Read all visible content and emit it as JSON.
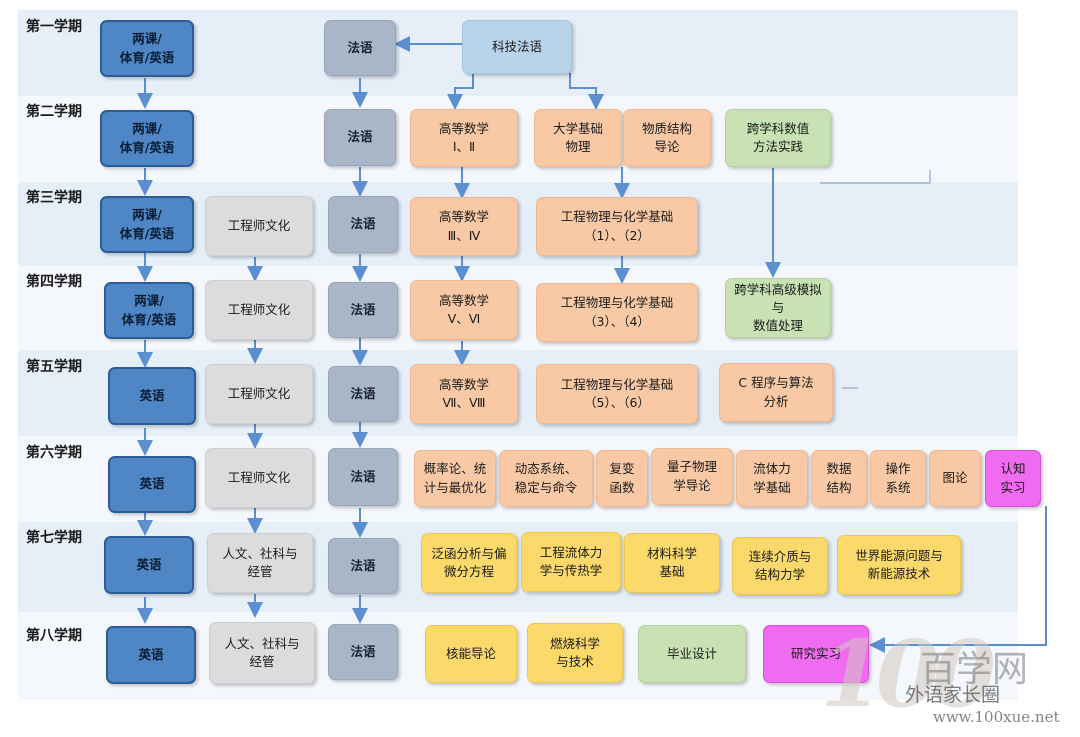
{
  "semesters": [
    "第一学期",
    "第二学期",
    "第三学期",
    "第四学期",
    "第五学期",
    "第六学期",
    "第七学期",
    "第八学期"
  ],
  "courses": {
    "s1": {
      "core": "两课/\n体育/英语",
      "french": "法语",
      "tech_french": "科技法语"
    },
    "s2": {
      "core": "两课/\n体育/英语",
      "french": "法语",
      "math": "高等数学\nⅠ、Ⅱ",
      "physics": "大学基础\n物理",
      "structure": "物质结构\n导论",
      "numerics": "跨学科数值\n方法实践"
    },
    "s3": {
      "core": "两课/\n体育/英语",
      "culture": "工程师文化",
      "french": "法语",
      "math": "高等数学\nⅢ、Ⅳ",
      "eng_phys": "工程物理与化学基础\n（1）、（2）"
    },
    "s4": {
      "core": "两课/\n体育/英语",
      "culture": "工程师文化",
      "french": "法语",
      "math": "高等数学\nⅤ、Ⅵ",
      "eng_phys": "工程物理与化学基础\n（3）、（4）",
      "simulation": "跨学科高级模拟与\n数值处理"
    },
    "s5": {
      "core": "英语",
      "culture": "工程师文化",
      "french": "法语",
      "math": "高等数学\nⅦ、Ⅷ",
      "eng_phys": "工程物理与化学基础\n（5）、（6）",
      "c_prog": "C 程序与算法\n分析"
    },
    "s6": {
      "core": "英语",
      "culture": "工程师文化",
      "french": "法语",
      "c1": "概率论、统\n计与最优化",
      "c2": "动态系统、\n稳定与命令",
      "c3": "复变\n函数",
      "c4": "量子物理\n学导论",
      "c5": "流体力\n学基础",
      "c6": "数据\n结构",
      "c7": "操作\n系统",
      "c8": "图论",
      "internship": "认知\n实习"
    },
    "s7": {
      "core": "英语",
      "humanities": "人文、社科与\n经管",
      "french": "法语",
      "c1": "泛函分析与偏\n微分方程",
      "c2": "工程流体力\n学与传热学",
      "c3": "材料科学\n基础",
      "c4": "连续介质与\n结构力学",
      "c5": "世界能源问题与\n新能源技术"
    },
    "s8": {
      "core": "英语",
      "humanities": "人文、社科与\n经管",
      "french": "法语",
      "c1": "核能导论",
      "c2": "燃烧科学\n与技术",
      "thesis": "毕业设计",
      "research": "研究实习"
    }
  },
  "watermark": {
    "number": "100",
    "brand": "百学网",
    "wechat": "外语家长圈",
    "url": "www.100xue.net"
  },
  "colors": {
    "band_a": "#e6eef8",
    "band_b": "#f4f7fc",
    "arrow": "#5b8fd0"
  }
}
